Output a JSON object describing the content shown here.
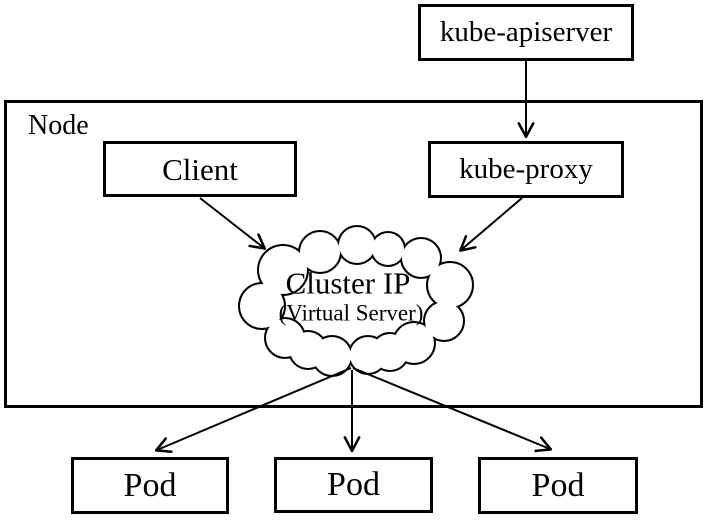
{
  "diagram": {
    "colors": {
      "line": "#000000",
      "background": "#ffffff",
      "text": "#000000"
    },
    "boxes": {
      "kube_apiserver": "kube-apiserver",
      "node": "Node",
      "client": "Client",
      "kube_proxy": "kube-proxy",
      "cluster_ip_title": "Cluster IP",
      "cluster_ip_subtitle": "(Virtual Server)",
      "pods": [
        "Pod",
        "Pod",
        "Pod"
      ]
    }
  }
}
